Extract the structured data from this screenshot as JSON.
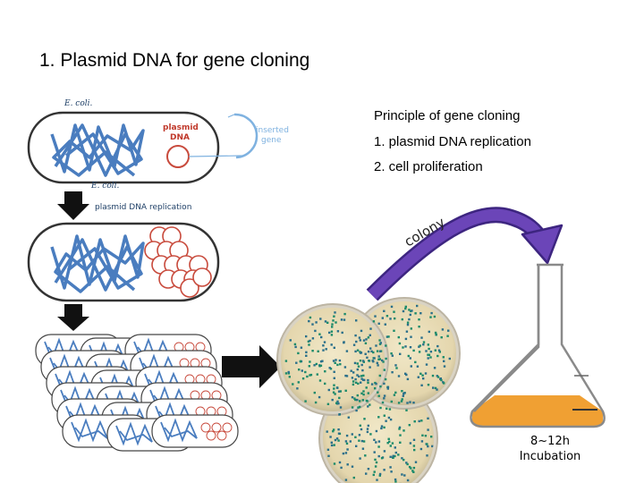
{
  "title": "1. Plasmid DNA for gene cloning",
  "principle": {
    "heading": "Principle of gene cloning",
    "step1": "1. plasmid DNA replication",
    "step2": "2. cell proliferation"
  },
  "cell_labels": {
    "ecoli_top": "E. coli.",
    "plasmid": "plasmid",
    "dna": "DNA",
    "inserted": "inserted",
    "gene": "gene",
    "ecoli_bottom": "E. coli.",
    "replication": "plasmid DNA replication"
  },
  "arrow_label": "colony",
  "flask": {
    "time": "8~12h",
    "label": "Incubation",
    "broth_color": "#f0a033"
  },
  "colors": {
    "dna": "#4a7dbf",
    "plasmid": "#c84a3c",
    "arrow_purple": "#5f3aa8",
    "colony_green": "#1a8a6a",
    "agar": "#e8dcb8"
  }
}
